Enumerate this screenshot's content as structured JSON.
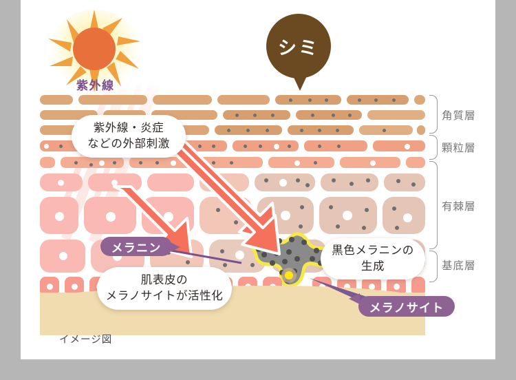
{
  "frame": {
    "background": "#b6b6b6",
    "card_background": "#ffffff"
  },
  "caption": "イメージ図",
  "sun": {
    "label": "紫外線",
    "label_color": "#7a4f8e",
    "core_color": "#e8703a",
    "ray_color": "#f0a03c",
    "glow_color": "#fcee96"
  },
  "shimi_bubble": {
    "label": "シミ",
    "background": "#6b4a22",
    "text_color": "#ffffff"
  },
  "callouts": [
    {
      "name": "external-stimuli",
      "lines": [
        "紫外線・炎症",
        "などの外部刺激"
      ],
      "line1": "紫外線・炎症",
      "line2": "などの外部刺激"
    },
    {
      "name": "black-melanin-production",
      "lines": [
        "黒色メラニンの",
        "生成"
      ],
      "line1": "黒色メラニンの",
      "line2": "生成"
    },
    {
      "name": "melanocyte-activation",
      "lines": [
        "肌表皮の",
        "メラノサイトが活性化"
      ],
      "line1": "肌表皮の",
      "line2": "メラノサイトが活性化"
    }
  ],
  "pills": [
    {
      "name": "melanin",
      "label": "メラニン",
      "color": "#8f6294"
    },
    {
      "name": "melanocyte",
      "label": "メラノサイト",
      "color": "#8f6294"
    }
  ],
  "skin_layers": [
    {
      "name": "stratum-corneum",
      "label": "角質層",
      "cell_color": "#d8a271",
      "has_melanin_dots": true
    },
    {
      "name": "granular-layer",
      "label": "顆粒層",
      "cell_color": "#f0a183",
      "has_melanin_dots": true
    },
    {
      "name": "spinous-layer",
      "label": "有棘層",
      "cell_color": "#fbb9b4",
      "has_melanin_dots": true
    },
    {
      "name": "basal-layer",
      "label": "基底層",
      "cell_color": "#f79b8e",
      "has_melanin_dots": false
    }
  ],
  "melanocyte_cell": {
    "body_color": "#8a8a8a",
    "outline_color": "#f5e94a",
    "nucleus_color": "#ffe615",
    "melanin_dot_color": "#4f4f4f"
  },
  "arrows": {
    "count": 3,
    "color": "#f5715c",
    "outline_color": "#ffffff",
    "direction": "down-right"
  },
  "dermis": {
    "color": "#f0dcae"
  },
  "layer_label_color": "#777777",
  "melanin_dot_color": "#6f6f6f"
}
